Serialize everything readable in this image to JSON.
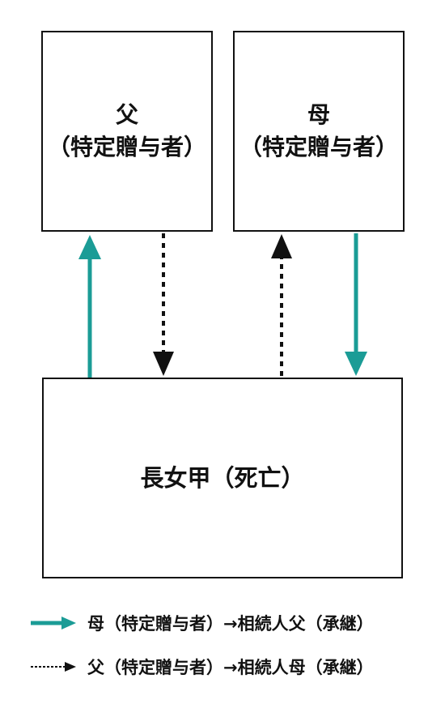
{
  "colors": {
    "teal": "#1b9c96",
    "black": "#111111",
    "background": "#ffffff"
  },
  "boxes": {
    "father": {
      "name": "父",
      "role": "（特定贈与者）"
    },
    "mother": {
      "name": "母",
      "role": "（特定贈与者）"
    },
    "daughter": {
      "label": "長女甲（死亡）"
    }
  },
  "legend": {
    "solid": {
      "text": "母（特定贈与者）→相続人父（承継）",
      "color": "#1b9c96",
      "style": "solid-arrow"
    },
    "dotted": {
      "text": "父（特定贈与者）→相続人母（承継）",
      "color": "#111111",
      "style": "dotted-arrow"
    }
  }
}
